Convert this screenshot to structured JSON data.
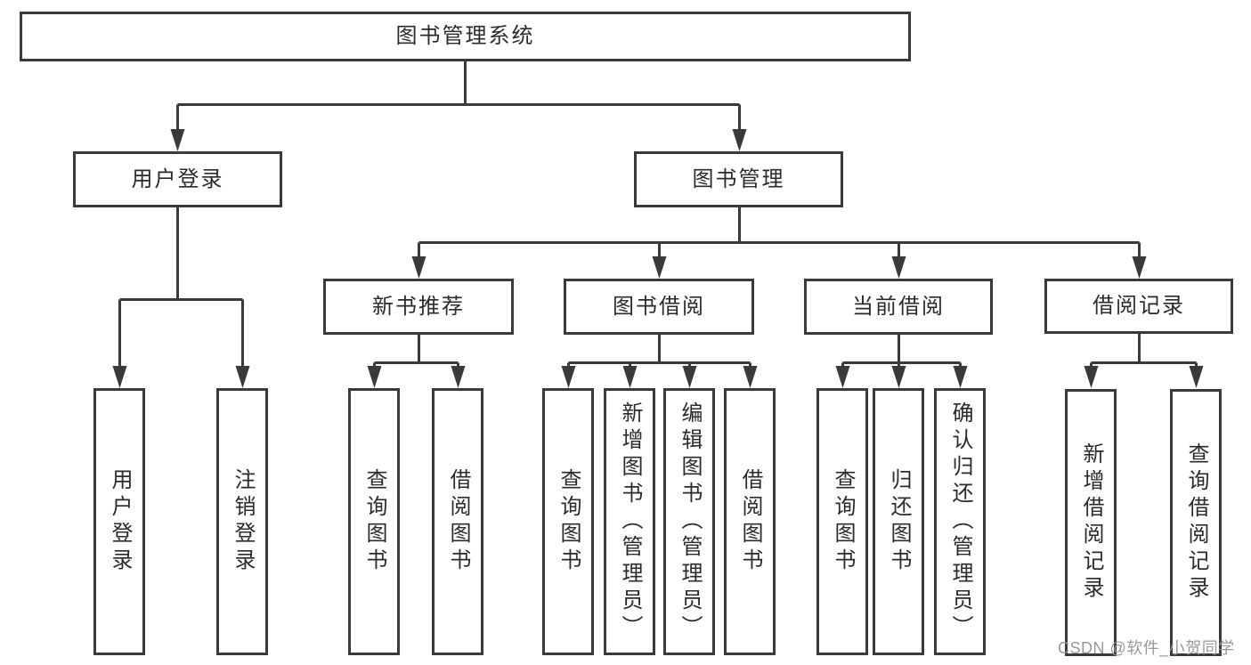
{
  "diagram": {
    "root": {
      "label": "图书管理系统"
    },
    "branches": [
      {
        "label": "用户登录",
        "leaves": [
          {
            "label": "用户登录"
          },
          {
            "label": "注销登录"
          }
        ]
      },
      {
        "label": "图书管理",
        "groups": [
          {
            "label": "新书推荐",
            "leaves": [
              {
                "label": "查询图书"
              },
              {
                "label": "借阅图书"
              }
            ]
          },
          {
            "label": "图书借阅",
            "leaves": [
              {
                "label": "查询图书"
              },
              {
                "label": "新增图书（管理员）"
              },
              {
                "label": "编辑图书（管理员）"
              },
              {
                "label": "借阅图书"
              }
            ]
          },
          {
            "label": "当前借阅",
            "leaves": [
              {
                "label": "查询图书"
              },
              {
                "label": "归还图书"
              },
              {
                "label": "确认归还（管理员）"
              }
            ]
          },
          {
            "label": "借阅记录",
            "leaves": [
              {
                "label": "新增借阅记录"
              },
              {
                "label": "查询借阅记录"
              }
            ]
          }
        ]
      }
    ]
  },
  "watermark": {
    "text": "CSDN @软件_小贺同学"
  },
  "colors": {
    "line": "#3a3a3a",
    "box_border": "#3a3a3a",
    "text": "#2b2b2b",
    "watermark": "#949494",
    "background": "#ffffff"
  }
}
